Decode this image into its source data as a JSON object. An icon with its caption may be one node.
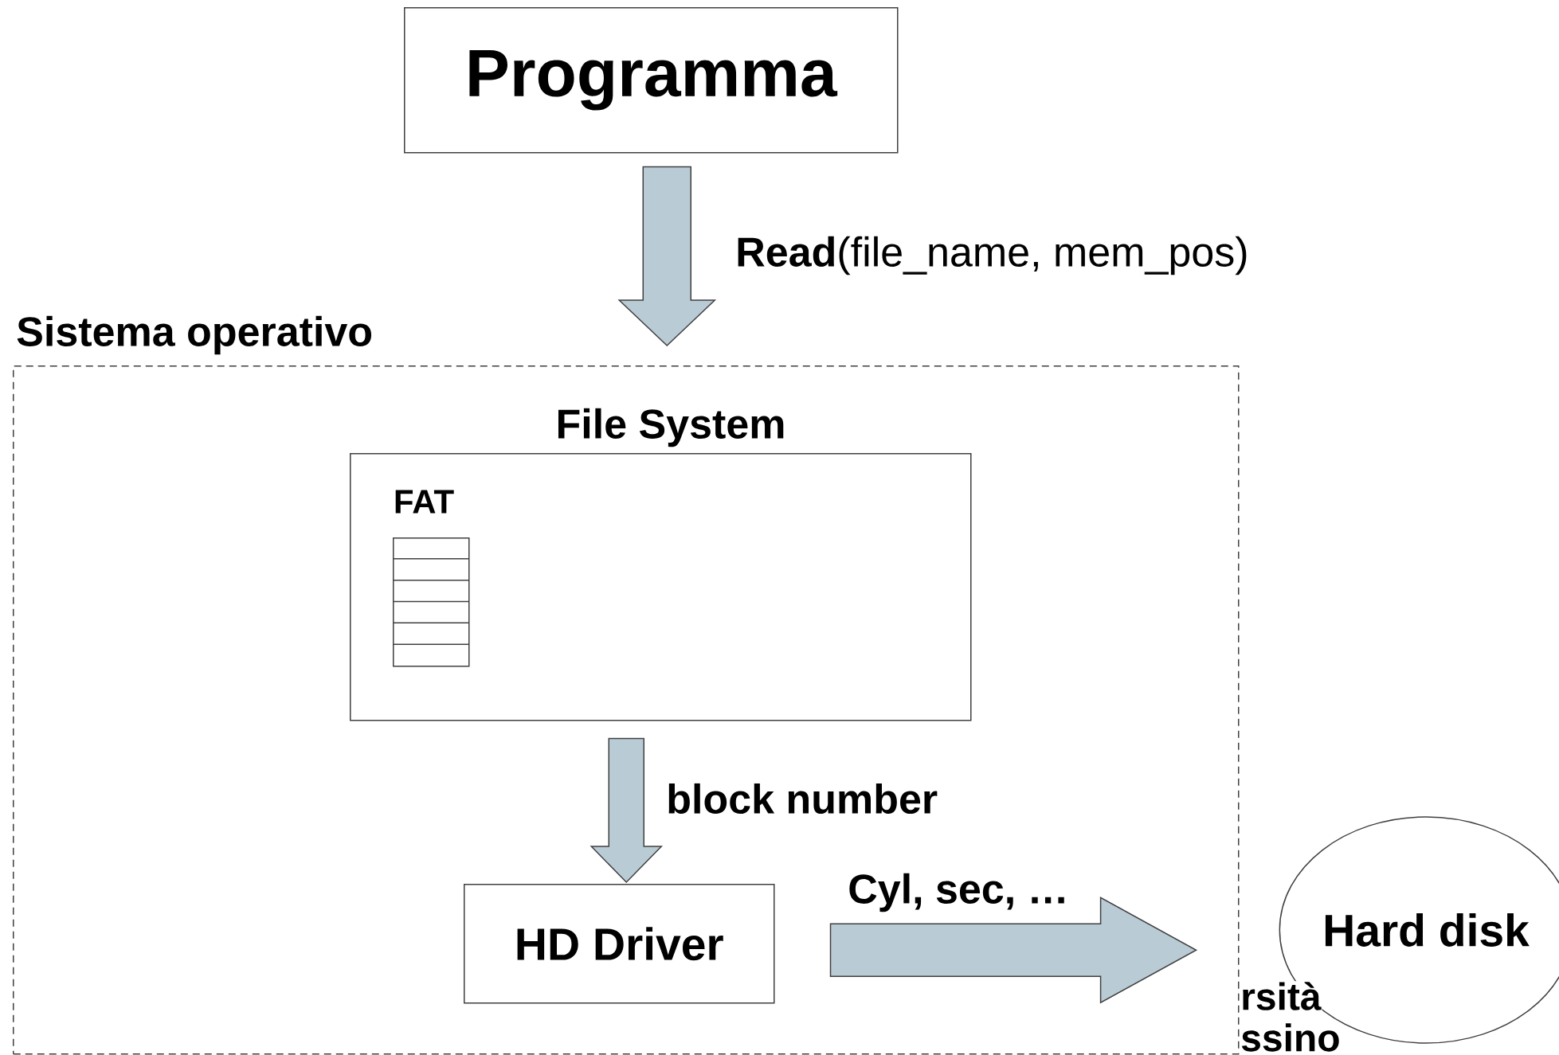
{
  "diagram": {
    "nodes": [
      {
        "text": [
          "Programma"
        ]
      },
      {
        "text": [
          "Sistema operativo"
        ]
      },
      {
        "text": [
          "File System"
        ],
        "in": 1
      },
      {
        "text": [
          "FAT"
        ],
        "in": 2
      },
      {
        "text": [
          "HD Driver"
        ],
        "in": 1
      },
      {
        "text": [
          "Hard disk"
        ]
      }
    ],
    "edges": [
      {
        "from": 0,
        "to": 1,
        "arrow": "to",
        "label": "**Read**(file_name, mem_pos)"
      },
      {
        "from": 2,
        "to": 4,
        "arrow": "to",
        "label": "block number"
      },
      {
        "from": 4,
        "to": 5,
        "arrow": "to",
        "label": "Cyl, sec, …"
      }
    ],
    "labels": [
      "rsità",
      "ssino"
    ]
  }
}
